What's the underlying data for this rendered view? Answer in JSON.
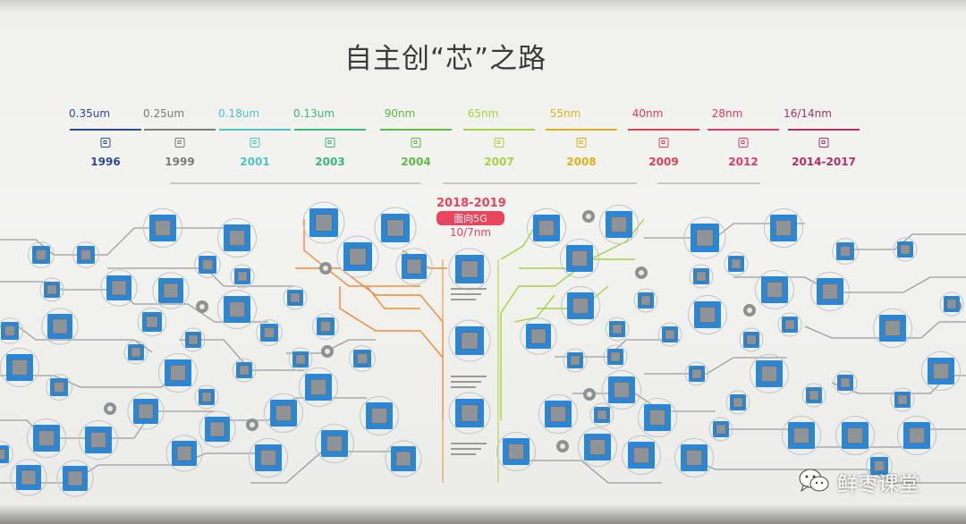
{
  "title": "自主创“芯”之路",
  "timeline": [
    {
      "node": "0.35um",
      "year": "1996",
      "color": "#2c4a94"
    },
    {
      "node": "0.25um",
      "year": "1999",
      "color": "#7a7a7a"
    },
    {
      "node": "0.18um",
      "year": "2001",
      "color": "#4cc3c8"
    },
    {
      "node": "0.13um",
      "year": "2003",
      "color": "#3cb878"
    },
    {
      "node": "90nm",
      "year": "2004",
      "color": "#5dba46"
    },
    {
      "node": "65nm",
      "year": "2007",
      "color": "#a8d040"
    },
    {
      "node": "55nm",
      "year": "2008",
      "color": "#e0b020"
    },
    {
      "node": "40nm",
      "year": "2009",
      "color": "#e04050"
    },
    {
      "node": "28nm",
      "year": "2012",
      "color": "#e03a6a"
    },
    {
      "node": "16/14nm",
      "year": "2014-2017",
      "color": "#b0306a"
    }
  ],
  "focus": {
    "years": "2018-2019",
    "label": "面向5G",
    "node": "10/7nm",
    "color": "#e8455f"
  },
  "colors": {
    "chip_blue": "#2a86d6",
    "chip_core": "#8e9397",
    "trace_gray": "#9a9da0",
    "trace_orange": "#f08a3a",
    "trace_green": "#a8d040"
  },
  "watermark": {
    "icon": "wechat-icon",
    "text": "鲜枣课堂"
  }
}
